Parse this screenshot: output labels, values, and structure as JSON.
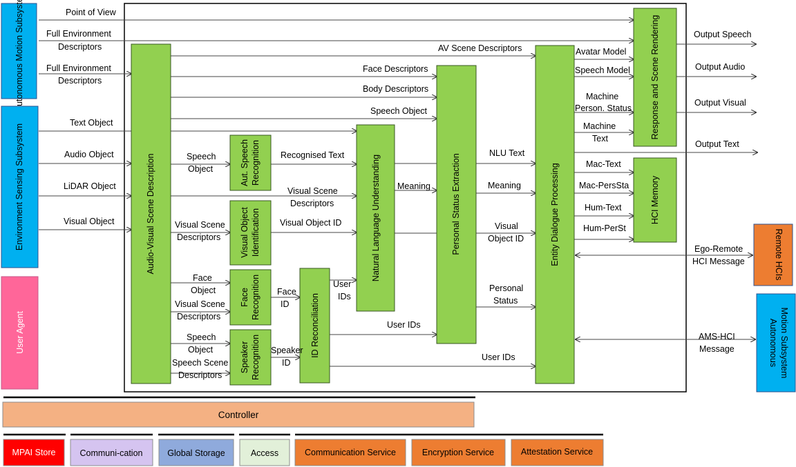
{
  "side_blocks": {
    "ams_left": "Autonomous Motion Subsystem",
    "ess": "Environment Sensing Subsystem",
    "user_agent": "User Agent",
    "remote_hcis": "Remote HCIs",
    "ams_right": "Autonomous Motion Subsystem"
  },
  "modules": {
    "avsd": "Audio-Visual Scene Description",
    "asr": "Aut. Speech Recognition",
    "voi": "Visual Object Identification",
    "face_rec": "Face Recognition",
    "speaker_rec": "Speaker Recognition",
    "id_rec": "ID Reconciliation",
    "nlu": "Natural Language Understanding",
    "pse": "Personal Status Extraction",
    "edp": "Entity Dialogue Processing",
    "rsr": "Response and Scene Rendering",
    "hci_memory": "HCI Memory"
  },
  "inputs": {
    "point_of_view": "Point of View",
    "full_env_1a": "Full Environment",
    "full_env_1b": "Descriptors",
    "full_env_2a": "Full Environment",
    "full_env_2b": "Descriptors",
    "text_object": "Text Object",
    "audio_object": "Audio Object",
    "lidar_object": "LiDAR Object",
    "visual_object": "Visual Object"
  },
  "labels": {
    "av_scene_descriptors": "AV Scene Descriptors",
    "face_descriptors": "Face Descriptors",
    "body_descriptors": "Body Descriptors",
    "speech_object": "Speech Object",
    "speech_object_a": "Speech",
    "speech_object_b": "Object",
    "recognised_text": "Recognised Text",
    "visual_scene_desc_a": "Visual Scene",
    "visual_scene_desc_b": "Descriptors",
    "visual_scene_desc2_a": "Visual Scene",
    "visual_scene_desc2_b": "Descriptors",
    "visual_object_id": "Visual Object ID",
    "face_object_a": "Face",
    "face_object_b": "Object",
    "visual_scene_desc3_a": "Visual Scene",
    "visual_scene_desc3_b": "Descriptors",
    "face_id_a": "Face",
    "face_id_b": "ID",
    "speech_object2_a": "Speech",
    "speech_object2_b": "Object",
    "speech_scene_desc_a": "Speech Scene",
    "speech_scene_desc_b": "Descriptors",
    "speaker_id_a": "Speaker",
    "speaker_id_b": "ID",
    "user_ids_nlu_a": "User",
    "user_ids_nlu_b": "IDs",
    "user_ids_pse": "User IDs",
    "user_ids_edp": "User IDs",
    "meaning": "Meaning",
    "nlu_text": "NLU Text",
    "meaning2": "Meaning",
    "visual_object_id2_a": "Visual",
    "visual_object_id2_b": "Object ID",
    "personal_status_a": "Personal",
    "personal_status_b": "Status",
    "avatar_model": "Avatar Model",
    "speech_model": "Speech Model",
    "machine_ps_a": "Machine",
    "machine_ps_b": "Person. Status",
    "machine_text_a": "Machine",
    "machine_text_b": "Text",
    "mac_text": "Mac-Text",
    "mac_perssta": "Mac-PersSta",
    "hum_text": "Hum-Text",
    "hum_perst": "Hum-PerSt",
    "output_speech": "Output Speech",
    "output_audio": "Output Audio",
    "output_visual": "Output Visual",
    "output_text": "Output Text",
    "ego_remote_a": "Ego-Remote",
    "ego_remote_b": "HCI Message",
    "ams_hci_a": "AMS-HCI",
    "ams_hci_b": "Message"
  },
  "bottom": {
    "controller": "Controller",
    "mpai_store": "MPAI Store",
    "communication": "Communi-cation",
    "global_storage": "Global Storage",
    "access": "Access",
    "communication_service": "Communication Service",
    "encryption_service": "Encryption Service",
    "attestation_service": "Attestation Service"
  },
  "colors": {
    "module_green": "#92d050",
    "subsystem_blue": "#00b0f0",
    "user_agent_pink": "#ff6699",
    "remote_orange": "#ed7d31",
    "controller_peach": "#f4b183",
    "mpai_red": "#ff0000",
    "communication_lavender": "#d5c4f0",
    "global_storage_blue": "#8faadc",
    "access_green": "#e2f0d9"
  }
}
